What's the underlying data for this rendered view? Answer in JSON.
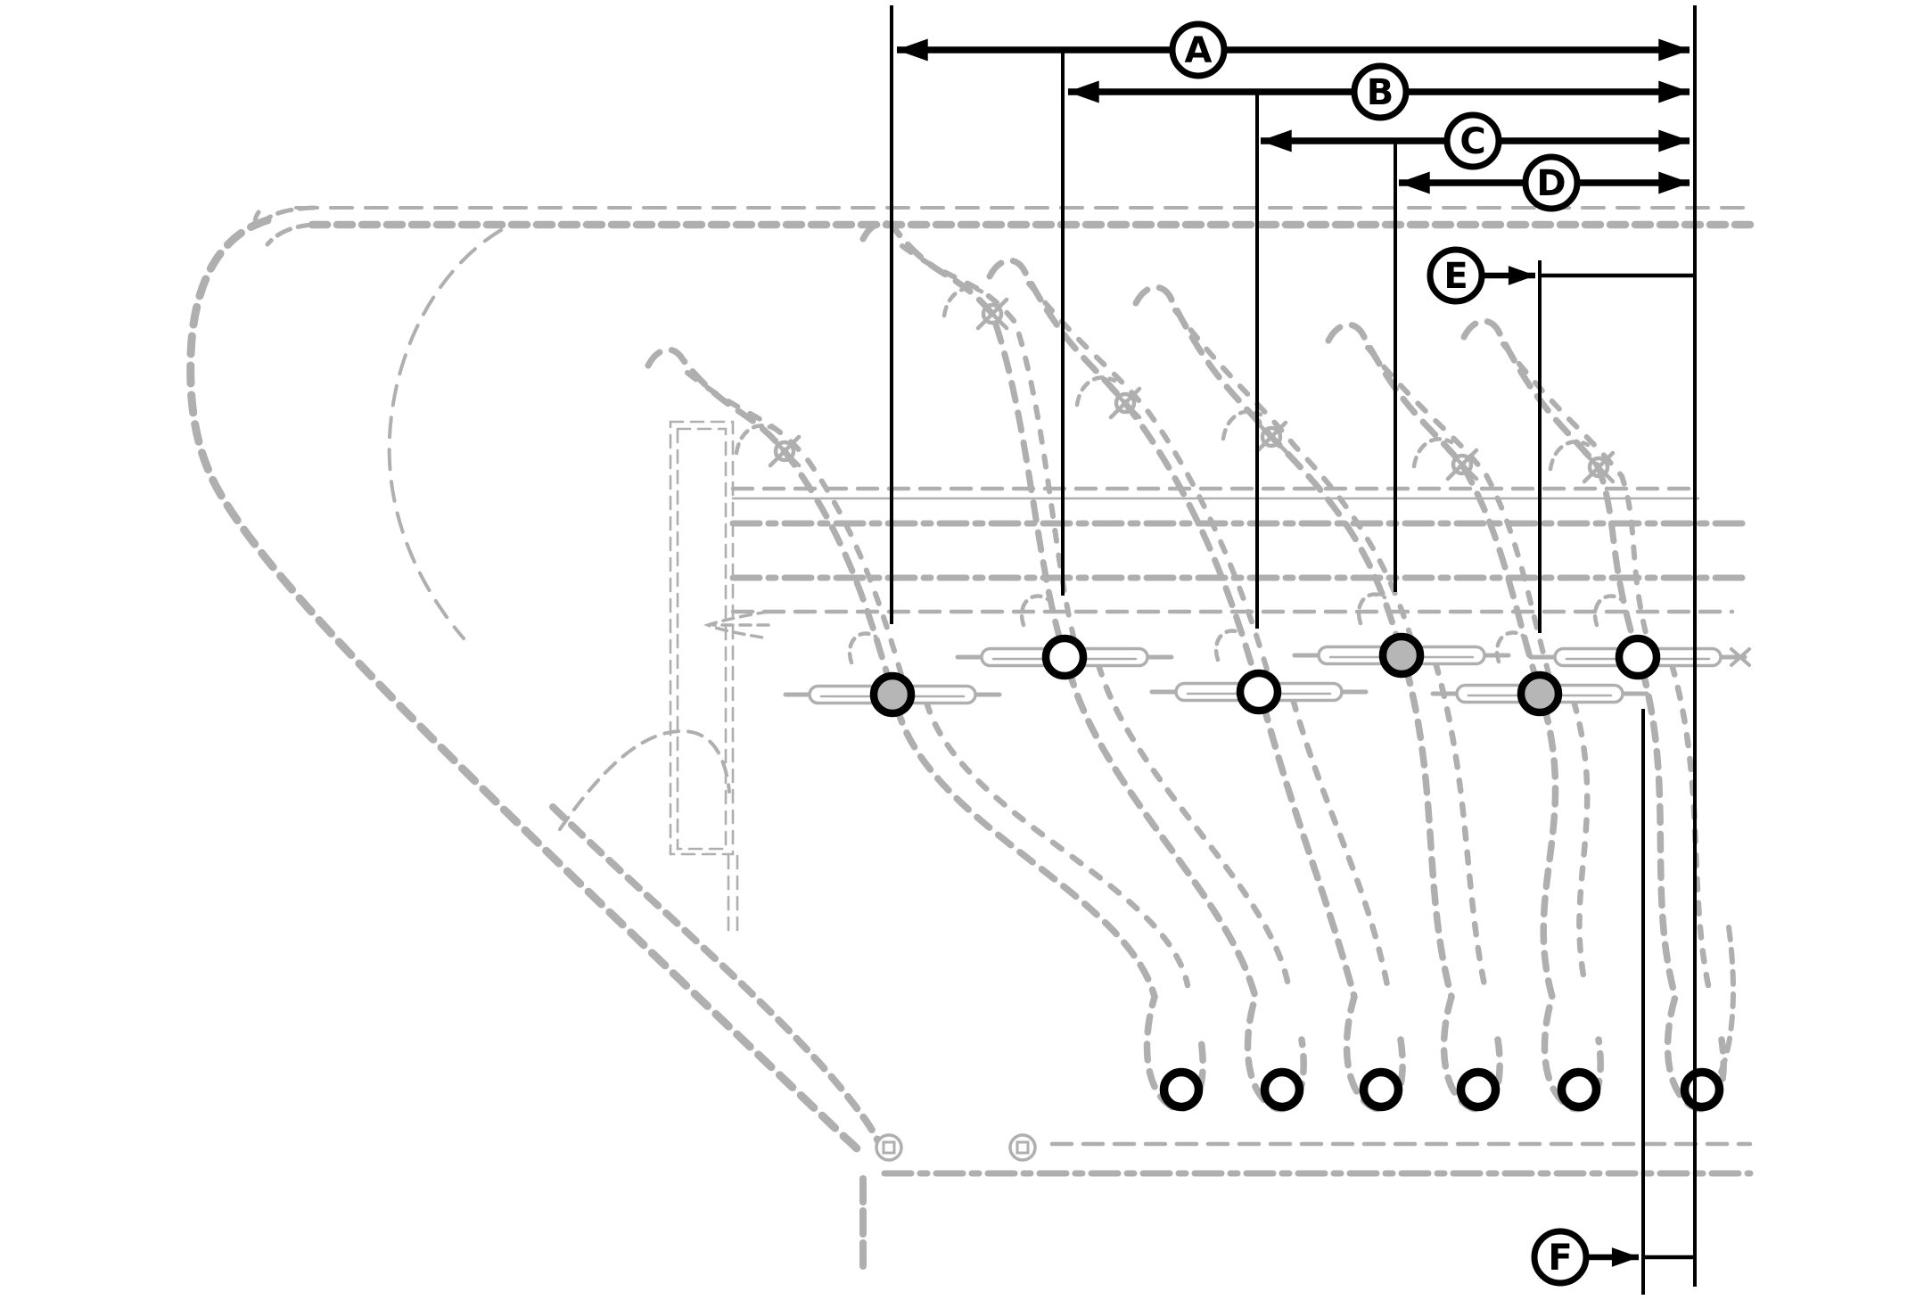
{
  "figure": {
    "kind": "technical-parts-diagram",
    "description": "Ghosted side-profile line drawing of a pickup header tine-bar with six spring tines, drawn in light gray dashed linework, annotated with black dimension callouts",
    "colors": {
      "foreground": "#000000",
      "ghost_linework": "#afafaf",
      "background": "#ffffff",
      "pivot_fill": "#b6b6b6"
    }
  },
  "callouts": [
    {
      "label": "A",
      "style": "horizontal-span-arrow"
    },
    {
      "label": "B",
      "style": "horizontal-span-arrow"
    },
    {
      "label": "C",
      "style": "horizontal-span-arrow"
    },
    {
      "label": "D",
      "style": "horizontal-span-arrow"
    },
    {
      "label": "E",
      "style": "leader-arrow"
    },
    {
      "label": "F",
      "style": "leader-arrow"
    }
  ]
}
